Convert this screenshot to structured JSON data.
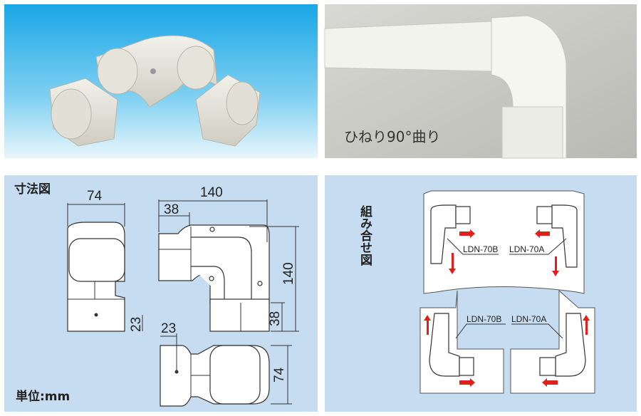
{
  "photos": {
    "product_photo": {
      "description_label": ""
    },
    "installed_photo": {
      "caption": "ひねり90°曲り"
    }
  },
  "dimension_drawing": {
    "title": "寸法図",
    "unit_label": "単位:mm",
    "dims": {
      "front_width": "74",
      "overall_width": "140",
      "socket_depth_top": "38",
      "overall_height": "140",
      "socket_depth_side": "38",
      "hole_offset_front": "23",
      "hole_offset_bottom": "23",
      "bottom_height": "74"
    }
  },
  "assembly_drawing": {
    "title": "組み合せ図",
    "labels": {
      "top_left": "LDN-70B",
      "top_right": "LDN-70A",
      "bottom_left": "LDN-70B",
      "bottom_right": "LDN-70A"
    },
    "arrow_color": "#e0201a"
  },
  "colors": {
    "panel_bg": "#c6dcf0",
    "sky_top": "#2ab0e8",
    "wall": "#c9c9c4"
  }
}
